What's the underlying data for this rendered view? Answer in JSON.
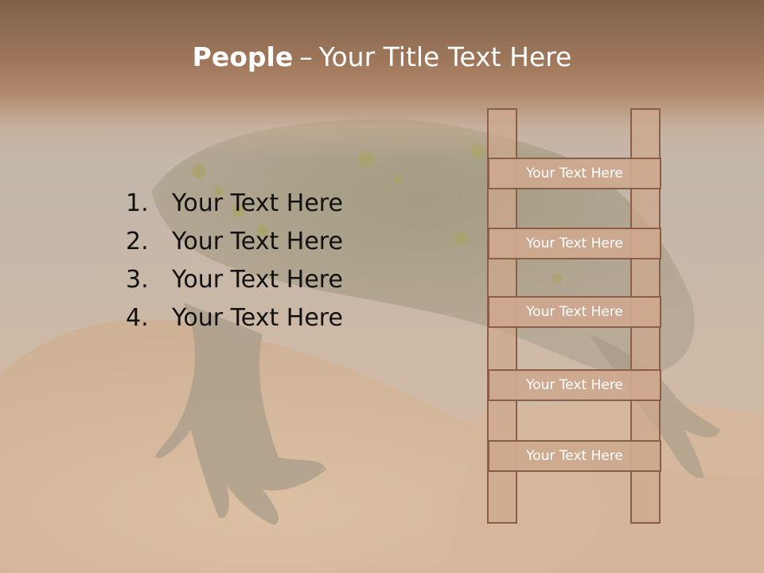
{
  "slide": {
    "title_bold": "People",
    "title_separator": "–",
    "title_rest": "Your Title Text Here",
    "list": [
      {
        "number": "1.",
        "text": "Your Text Here"
      },
      {
        "number": "2.",
        "text": "Your Text Here"
      },
      {
        "number": "3.",
        "text": "Your Text Here"
      },
      {
        "number": "4.",
        "text": "Your Text Here"
      }
    ],
    "ladder_rungs": [
      "Your Text Here",
      "Your Text Here",
      "Your Text Here",
      "Your Text Here",
      "Your Text Here"
    ]
  },
  "colors": {
    "title_band": "#a0785c",
    "rung_fill": "#cda88e",
    "rung_border": "#8a5f4a",
    "title_text": "#ffffff",
    "list_text": "#111111"
  }
}
